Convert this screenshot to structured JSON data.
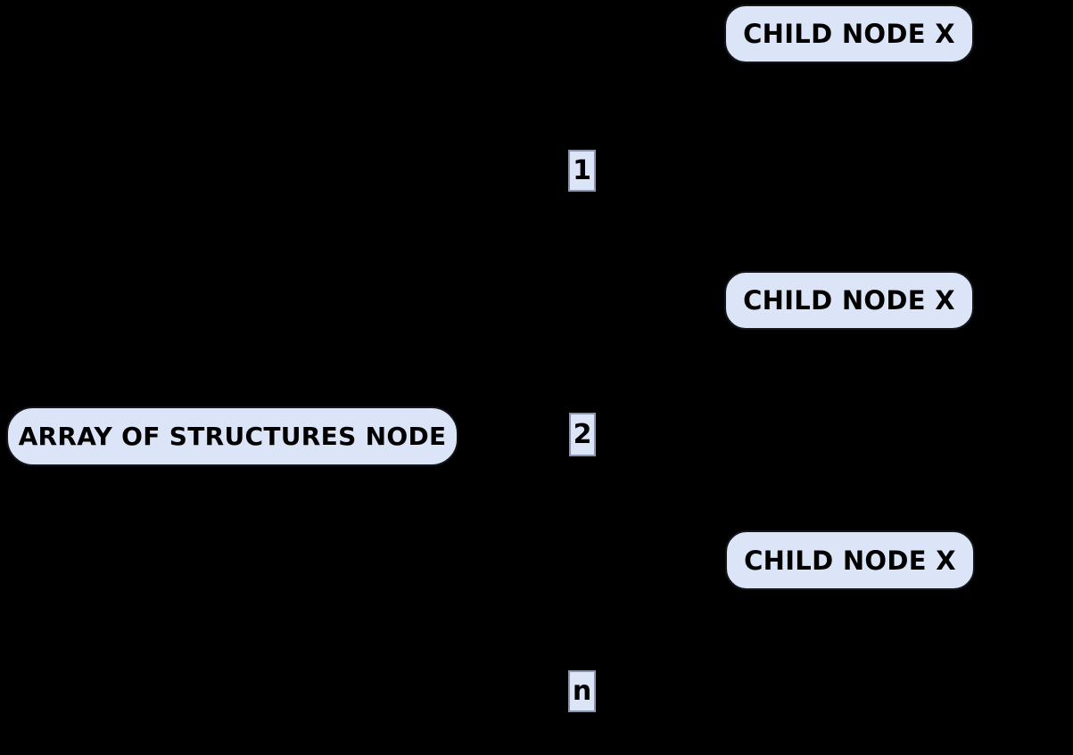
{
  "diagram": {
    "background_color": "#000000",
    "node_fill_color": "#dbe5f7",
    "node_text_color": "#000000",
    "edge_label_border_color": "#8a96ad",
    "root": {
      "label": "ARRAY OF STRUCTURES NODE"
    },
    "children": [
      {
        "label": "CHILD NODE X"
      },
      {
        "label": "CHILD NODE X"
      },
      {
        "label": "CHILD NODE X"
      }
    ],
    "edge_labels": [
      {
        "label": "1"
      },
      {
        "label": "2"
      },
      {
        "label": "n"
      }
    ]
  }
}
